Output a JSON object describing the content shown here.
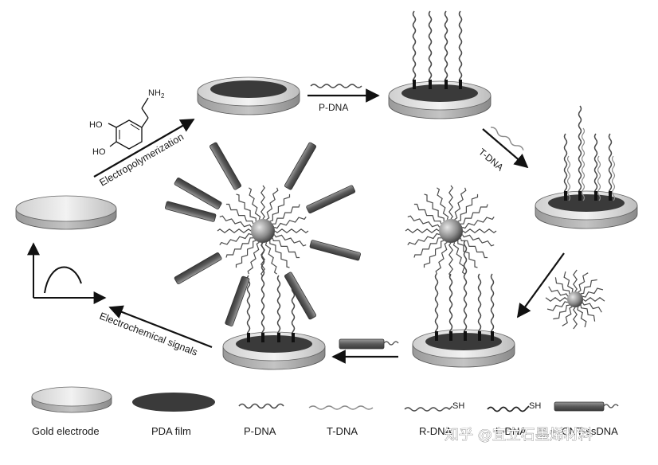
{
  "labels": {
    "p_dna_step": "P-DNA",
    "t_dna_step": "T-DNA",
    "electropolymerization": "Electropolymerization",
    "electrochemical_signals": "Electrochemical signals",
    "molecule_ho_top": "HO",
    "molecule_ho_bottom": "HO",
    "molecule_nh2": "NH",
    "molecule_nh2_sub": "2",
    "sh_tag": "SH"
  },
  "legend": [
    {
      "label": "Gold electrode"
    },
    {
      "label": "PDA film"
    },
    {
      "label": "P-DNA"
    },
    {
      "label": "T-DNA"
    },
    {
      "label": "R-DNA",
      "tag": "SH"
    },
    {
      "label": "L-DNA",
      "tag": "SH"
    },
    {
      "label": "CNT-ssDNA"
    }
  ],
  "watermark": "知乎 @宜立石墨烯材料",
  "colors": {
    "pda_film": "#3a3a3a",
    "gold_top": "#dcdcdc",
    "gold_side": "#a8a8a8",
    "strand": "#4a4a4a",
    "arrow": "#111111",
    "nanoparticle": "#8c8c8c",
    "cnt": "#6e6e6e"
  }
}
